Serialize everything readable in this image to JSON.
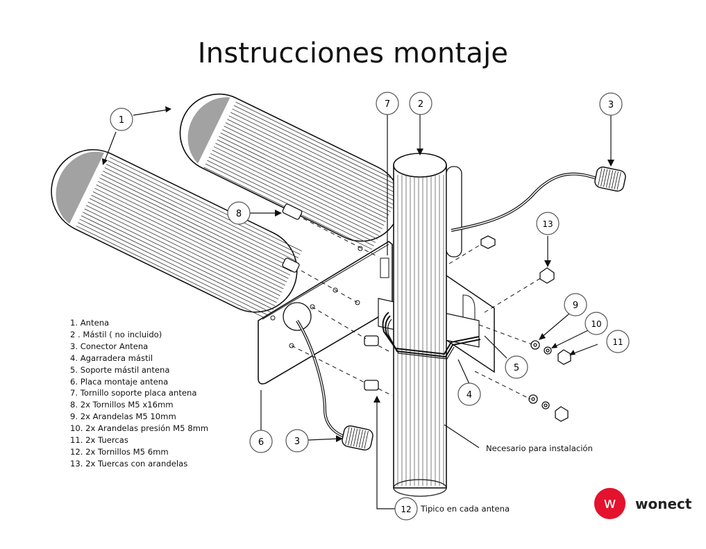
{
  "title": "Instrucciones montaje",
  "parts": [
    "1. Antena",
    "2 . Mástil ( no incluido)",
    "3. Conector Antena",
    "4. Agarradera mástil",
    "5. Soporte mástil antena",
    "6. Placa montaje antena",
    "7. Tornillo soporte placa antena",
    "8. 2x Tornillos M5 x16mm",
    "9. 2x Arandelas M5 10mm",
    "10. 2x Arandelas presión M5 8mm",
    "11. 2x Tuercas",
    "12. 2x Tornillos M5 6mm",
    "13. 2x Tuercas con arandelas"
  ],
  "callouts": [
    {
      "id": "callout-1",
      "label": "1"
    },
    {
      "id": "callout-2",
      "label": "2"
    },
    {
      "id": "callout-3-top",
      "label": "3"
    },
    {
      "id": "callout-3-bottom",
      "label": "3"
    },
    {
      "id": "callout-4",
      "label": "4"
    },
    {
      "id": "callout-5",
      "label": "5"
    },
    {
      "id": "callout-6",
      "label": "6"
    },
    {
      "id": "callout-7",
      "label": "7"
    },
    {
      "id": "callout-8",
      "label": "8"
    },
    {
      "id": "callout-9",
      "label": "9"
    },
    {
      "id": "callout-10",
      "label": "10"
    },
    {
      "id": "callout-11",
      "label": "11"
    },
    {
      "id": "callout-12",
      "label": "12"
    },
    {
      "id": "callout-13",
      "label": "13"
    }
  ],
  "notes": {
    "required": "Necesario para instalación",
    "typical": "Tipico en cada antena"
  },
  "brand": {
    "mark": "w",
    "name": "wonect",
    "color": "#e4122c"
  }
}
